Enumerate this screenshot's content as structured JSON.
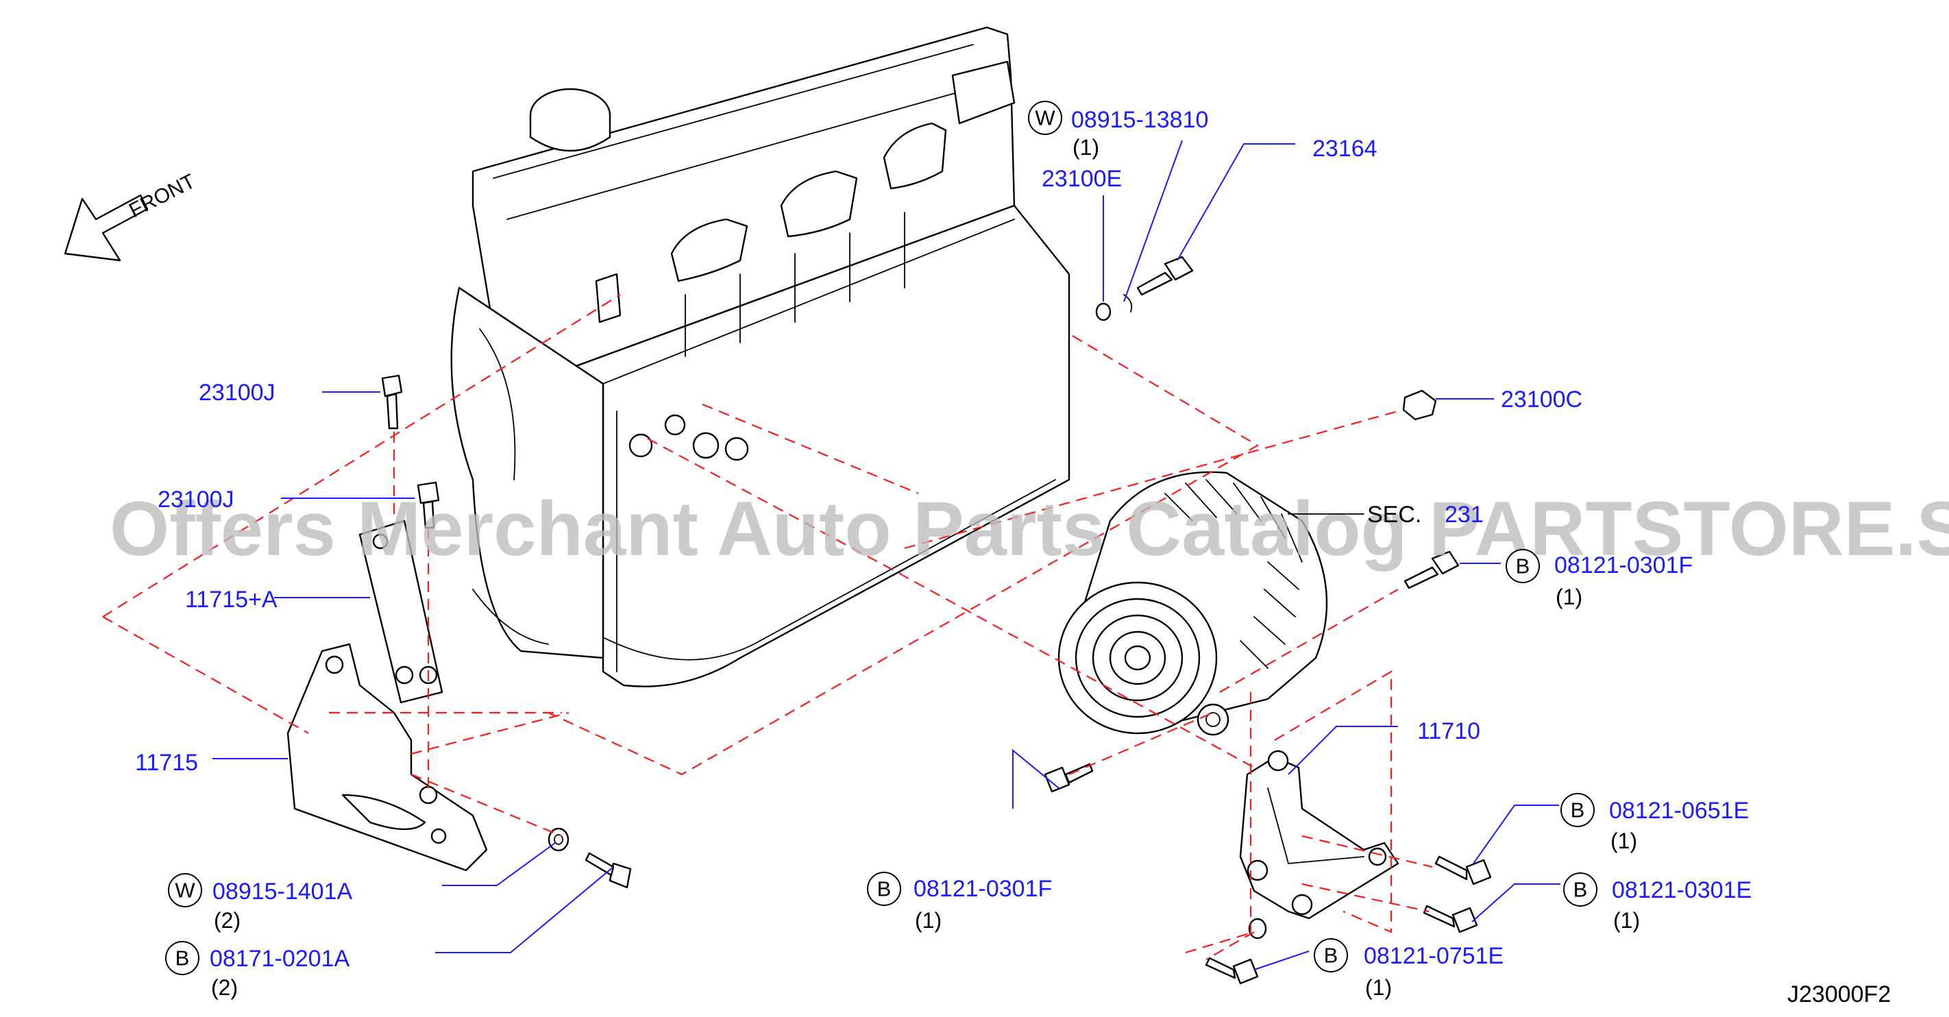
{
  "orientation_label": "FRONT",
  "diagram_code": "J23000F2",
  "watermark": "Offers Merchant Auto Parts Catalog PARTSTORE.SA",
  "section_ref": {
    "prefix": "SEC.",
    "number": "231"
  },
  "colors": {
    "part_number": "#1a1aff",
    "dashed_line": "#ff1a1a",
    "ink": "#000000",
    "watermark": "#bdbdbd"
  },
  "callouts": [
    {
      "id": "w-08915-13810",
      "badge": "W",
      "part": "08915-13810",
      "qty": "(1)"
    },
    {
      "id": "23164",
      "badge": "",
      "part": "23164",
      "qty": ""
    },
    {
      "id": "23100e",
      "badge": "",
      "part": "23100E",
      "qty": ""
    },
    {
      "id": "23100j-top",
      "badge": "",
      "part": "23100J",
      "qty": ""
    },
    {
      "id": "23100c",
      "badge": "",
      "part": "23100C",
      "qty": ""
    },
    {
      "id": "23100j-lower",
      "badge": "",
      "part": "23100J",
      "qty": ""
    },
    {
      "id": "b-08121-0301f-right",
      "badge": "B",
      "part": "08121-0301F",
      "qty": "(1)"
    },
    {
      "id": "11715-a",
      "badge": "",
      "part": "11715+A",
      "qty": ""
    },
    {
      "id": "11710",
      "badge": "",
      "part": "11710",
      "qty": ""
    },
    {
      "id": "11715",
      "badge": "",
      "part": "11715",
      "qty": ""
    },
    {
      "id": "b-08121-0651e",
      "badge": "B",
      "part": "08121-0651E",
      "qty": "(1)"
    },
    {
      "id": "b-08121-0301f-left",
      "badge": "B",
      "part": "08121-0301F",
      "qty": "(1)"
    },
    {
      "id": "w-08915-1401a",
      "badge": "W",
      "part": "08915-1401A",
      "qty": "(2)"
    },
    {
      "id": "b-08121-0301e",
      "badge": "B",
      "part": "08121-0301E",
      "qty": "(1)"
    },
    {
      "id": "b-08171-0201a",
      "badge": "B",
      "part": "08171-0201A",
      "qty": "(2)"
    },
    {
      "id": "b-08121-0751e",
      "badge": "B",
      "part": "08121-0751E",
      "qty": "(1)"
    }
  ]
}
